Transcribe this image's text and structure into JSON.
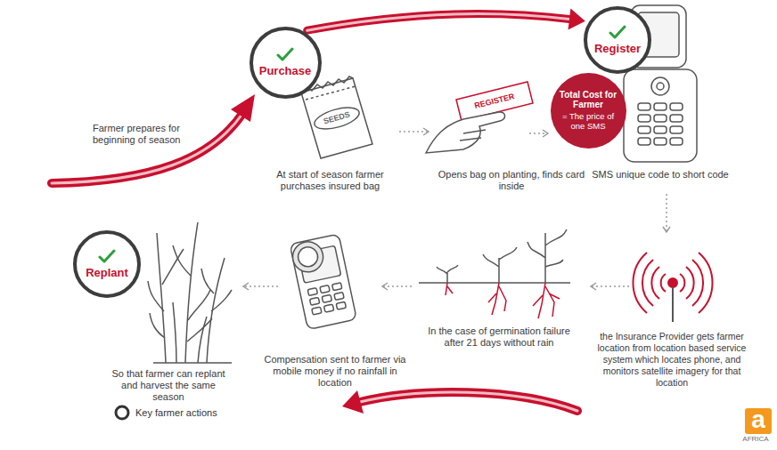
{
  "diagram": {
    "nodes": [
      {
        "text": [
          "Purchase"
        ]
      },
      {
        "text": [
          "Register"
        ]
      },
      {
        "text": [
          "Total Cost for Farmer",
          "= The price of one SMS"
        ]
      },
      {
        "text": [
          "Replant"
        ]
      }
    ],
    "edges": [
      {
        "from": 0,
        "to": 1,
        "arrow": "to"
      }
    ],
    "labels": [
      "Farmer prepares for beginning of season",
      "SEEDS",
      "At start of season farmer purchases insured bag",
      "REGISTER",
      "Opens bag on planting, finds card inside",
      "SMS unique code to short code",
      "the Insurance Provider gets farmer location from location based service system which locates phone, and monitors satellite imagery for that location",
      "In the case of germination failure after 21 days without rain",
      "Compensation sent to farmer via mobile money if no rainfall in location",
      "So that farmer can replant and harvest the same season",
      "a",
      "AFRICA"
    ],
    "legend": [
      {
        "text": "Key farmer actions"
      }
    ]
  }
}
